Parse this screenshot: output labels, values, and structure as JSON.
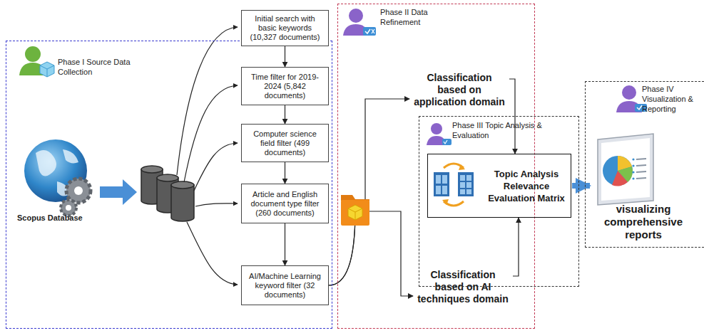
{
  "diagram": {
    "nodes": [
      {
        "text": [
          "Phase I Source Data Collection"
        ]
      },
      {
        "text": [
          "Initial search with basic keywords (10,327 documents)"
        ],
        "in": 0
      },
      {
        "text": [
          "Time filter for 2019-2024 (5,842 documents)"
        ],
        "in": 0
      },
      {
        "text": [
          "Computer science field filter (499 documents)"
        ],
        "in": 0
      },
      {
        "text": [
          "Article and English document type filter (260 documents)"
        ],
        "in": 0
      },
      {
        "text": [
          "AI/Machine Learning keyword filter (32 documents)"
        ],
        "in": 0
      },
      {
        "text": [
          "Phase II Data Refinement"
        ]
      },
      {
        "text": [
          "Classification based on application domain"
        ],
        "in": 6
      },
      {
        "text": [
          "Classification based on AI techniques domain"
        ],
        "in": 6
      },
      {
        "text": [
          "Phase III Topic Analysis & Evaluation"
        ]
      },
      {
        "text": [
          "Topic Analysis Relevance Evaluation Matrix"
        ],
        "in": 9
      },
      {
        "text": [
          "Phase IV Visualization & Reporting"
        ]
      },
      {
        "text": [
          "visualizing comprehensive reports"
        ],
        "in": 11
      }
    ],
    "edges": [
      {
        "from": 1,
        "to": 2,
        "arrow": "to"
      },
      {
        "from": 2,
        "to": 3,
        "arrow": "to"
      },
      {
        "from": 3,
        "to": 4,
        "arrow": "to"
      },
      {
        "from": 4,
        "to": 5,
        "arrow": "to"
      },
      {
        "from": 5,
        "to": 7,
        "arrow": "to"
      },
      {
        "from": 5,
        "to": 8,
        "arrow": "to"
      },
      {
        "from": 7,
        "to": 10,
        "arrow": "to"
      },
      {
        "from": 8,
        "to": 10,
        "arrow": "to"
      },
      {
        "from": 10,
        "to": 12,
        "arrow": "to"
      }
    ],
    "labels": [
      "Scopus Database"
    ]
  }
}
